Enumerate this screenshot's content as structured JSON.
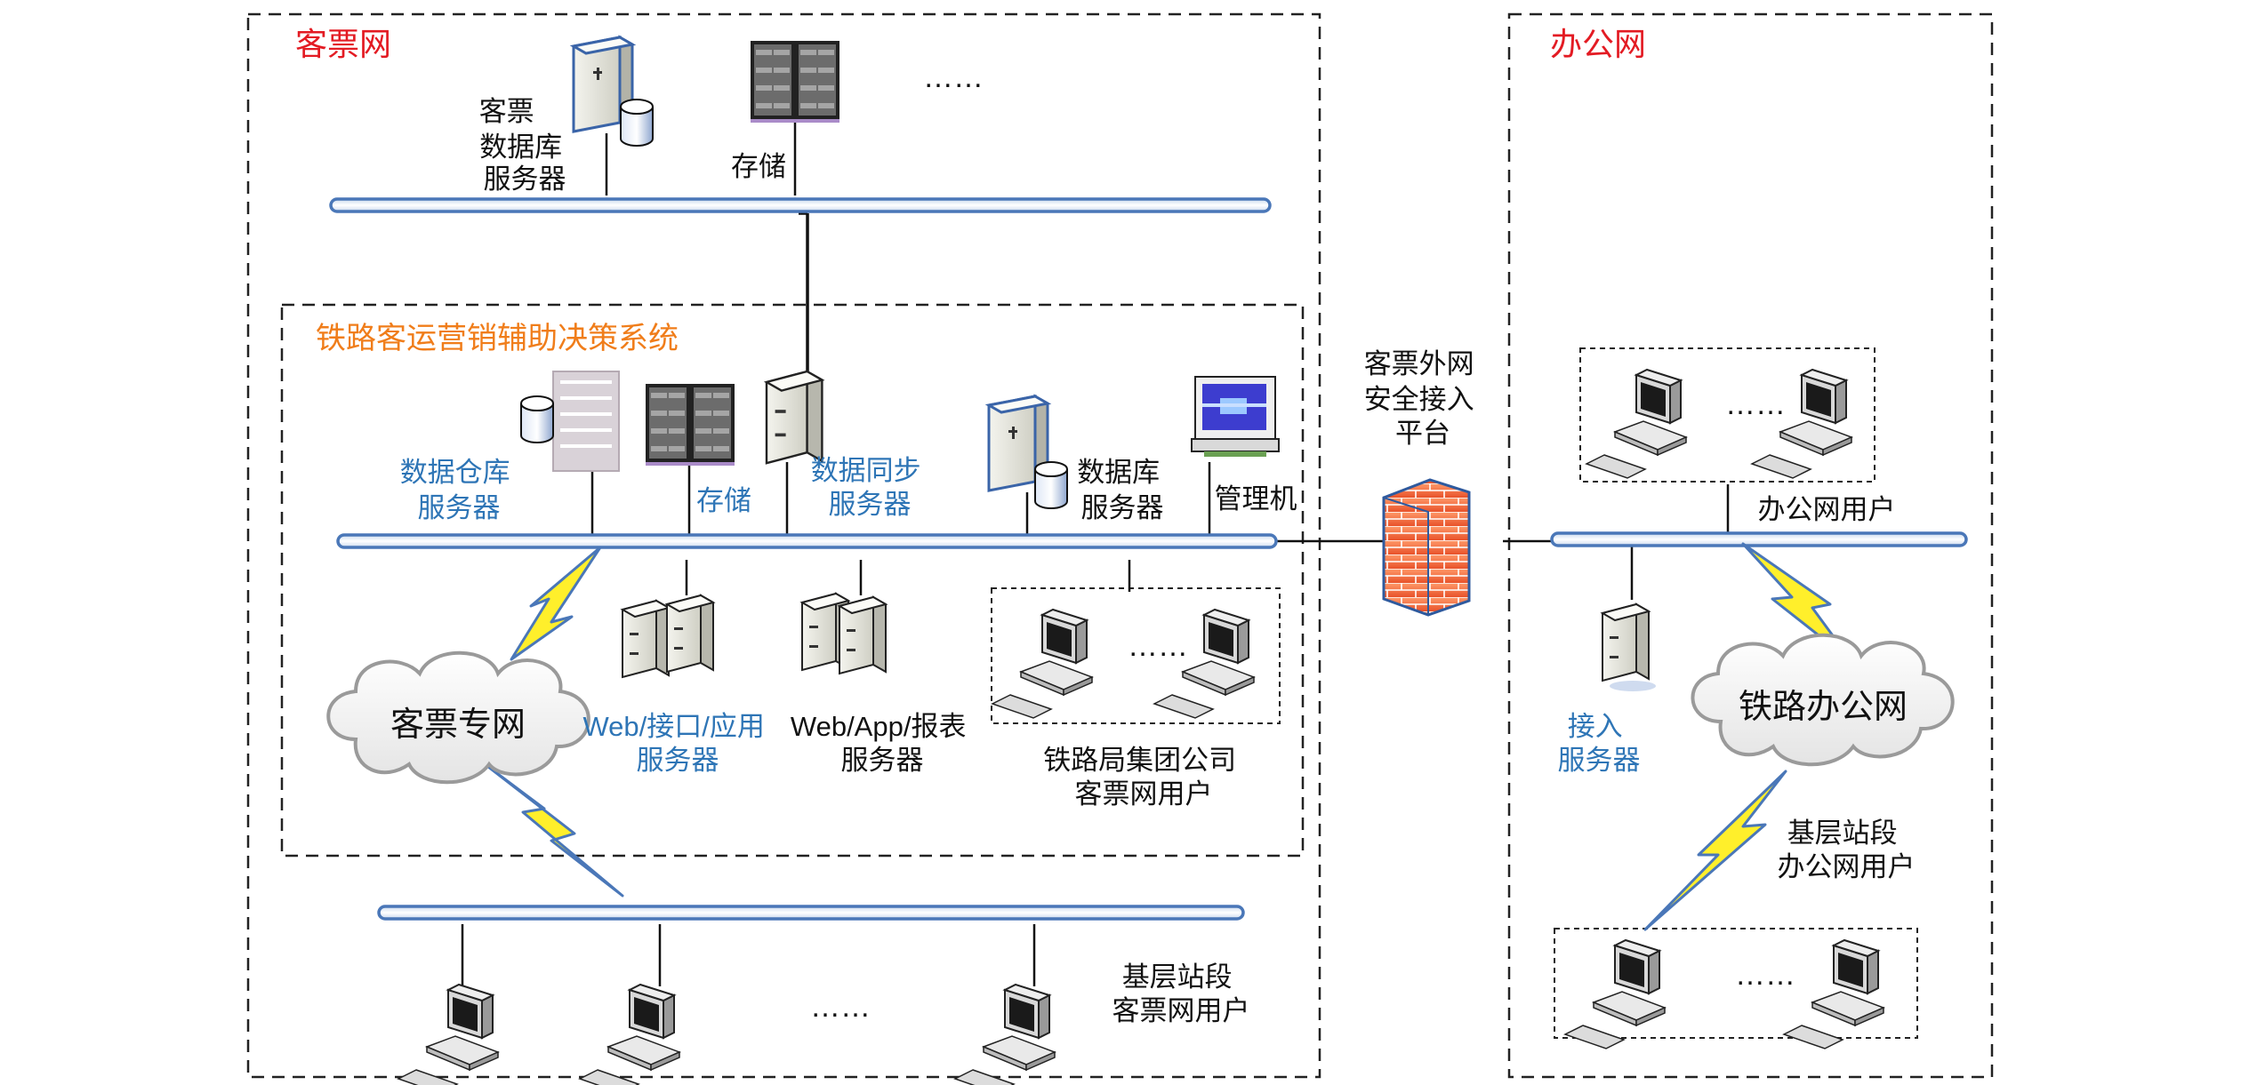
{
  "zones": {
    "kepiao": "客票网",
    "bangong": "办公网",
    "system": "铁路客运营销辅助决策系统"
  },
  "nodes": {
    "ticket_db_server": [
      "客票",
      "数据库",
      "服务器"
    ],
    "top_storage": "存储",
    "top_ellipsis": "……",
    "dw_server": [
      "数据仓库",
      "服务器"
    ],
    "sys_storage": "存储",
    "sync_server": [
      "数据同步",
      "服务器"
    ],
    "sys_db_server": [
      "数据库",
      "服务器"
    ],
    "mgmt": "管理机",
    "web_api_server": [
      "Web/接口/应用",
      "服务器"
    ],
    "web_app_server": [
      "Web/App/报表",
      "服务器"
    ],
    "bureau_ellipsis": "……",
    "bureau_users": [
      "铁路局集团公司",
      "客票网用户"
    ],
    "kepiao_cloud": "客票专网",
    "base_ellipsis": "……",
    "base_users": [
      "基层站段",
      "客票网用户"
    ],
    "gateway": [
      "客票外网",
      "安全接入",
      "平台"
    ],
    "office_ellipsis": "……",
    "office_users": "办公网用户",
    "access_server": [
      "接入",
      "服务器"
    ],
    "office_cloud": "铁路办公网",
    "office_base_users": [
      "基层站段",
      "办公网用户"
    ],
    "office_base_ellipsis": "……"
  },
  "colors": {
    "zone_title": "#e31b23",
    "system_title": "#f07d1a",
    "blue_label": "#2e75b6",
    "black_label": "#111111",
    "bus": "#4a77b8",
    "lightning": "#ffef2b"
  }
}
